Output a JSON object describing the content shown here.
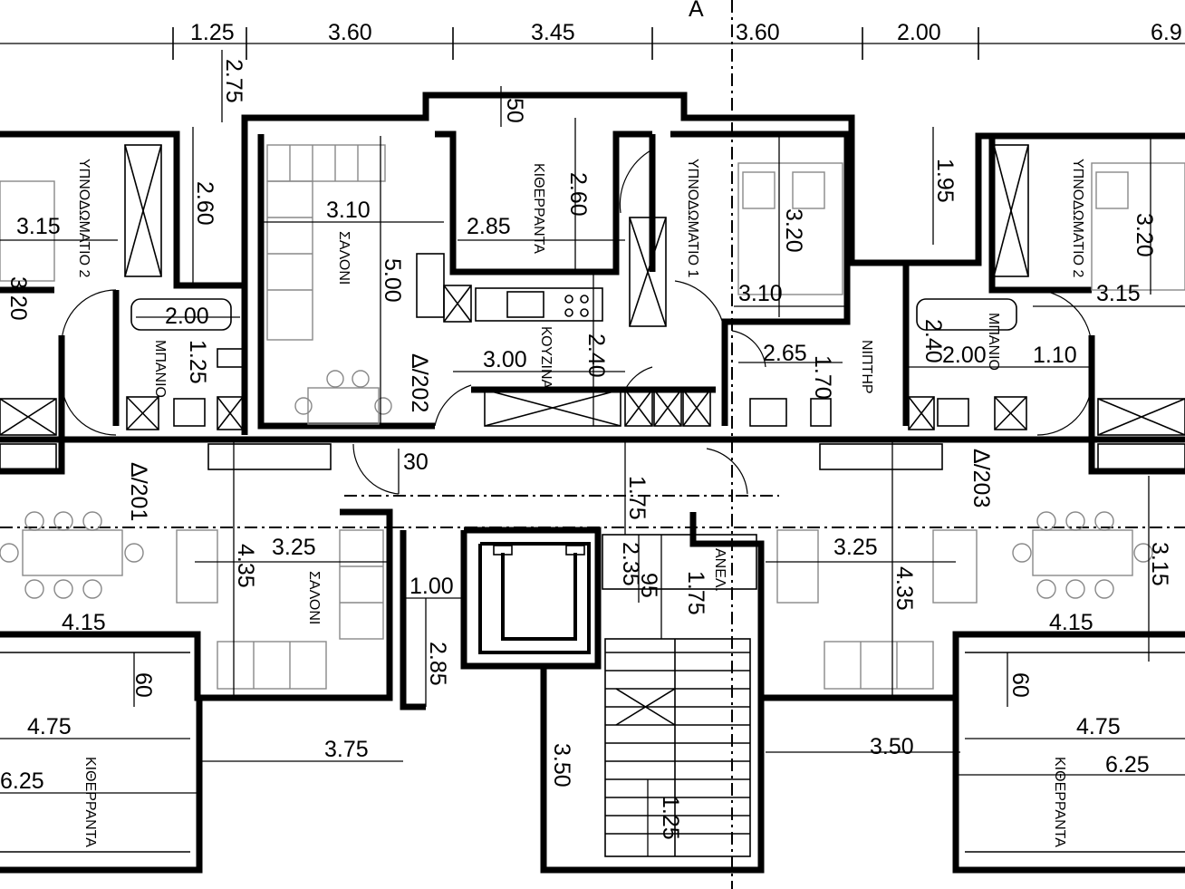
{
  "axis_label": "A",
  "top_dimensions": [
    "1.25",
    "3.60",
    "3.45",
    "3.60",
    "2.00",
    "6.9"
  ],
  "room_labels": {
    "bedroom_2_left": "ΥΠΝΟΔΩΜΑΤΙΟ 2",
    "bedroom_1": "ΥΠΝΟΔΩΜΑΤΙΟ 1",
    "bedroom_2_right": "ΥΠΝΟΔΩΜΑΤΙΟ 2",
    "living_upper": "ΣΑΛΟΝΙ",
    "living_lower": "ΣΑΛΟΝΙ",
    "veranda_top": "ΚΙΘΕΡΡΑΝΤΑ",
    "kitchen": "ΚΟΥΖΙΝΑ",
    "wc_left": "ΜΠΑΝΙΟ",
    "wc_right": "ΜΠΑΝΙΟ",
    "wc_mid": "ΝΙΠΤΗΡ",
    "lift": "ΑΝΕΛ.",
    "veranda_left": "ΚΙΘΕΡΡΑΝΤΑ",
    "veranda_right": "ΚΙΘΕΡΡΑΝΤΑ"
  },
  "unit_labels": {
    "u201": "Δ/201",
    "u202": "Δ/202",
    "u203": "Δ/203"
  },
  "dimensions": {
    "d275": "2.75",
    "d050": "50",
    "d260a": "2.60",
    "d260b": "2.60",
    "d195": "1.95",
    "d315a": "3.15",
    "d310": "3.10",
    "d285a": "2.85",
    "d320a": "3.20",
    "d320b": "3.20",
    "d320c": "3.20",
    "d500": "5.00",
    "d310b": "3.10",
    "d315b": "3.15",
    "d200a": "2.00",
    "d125": "1.25",
    "d300": "3.00",
    "d240a": "2.40",
    "d265": "2.65",
    "d170": "1.70",
    "d240b": "2.40",
    "d200b": "2.00",
    "d110": "1.10",
    "d030": "30",
    "d175a": "1.75",
    "d325a": "3.25",
    "d435a": "4.35",
    "d100": "1.00",
    "d235": "2.35",
    "d095": "95",
    "d175b": "1.75",
    "d325b": "3.25",
    "d435b": "4.35",
    "d315c": "3.15",
    "d415a": "4.15",
    "d415b": "4.15",
    "d285b": "2.85",
    "d060a": "60",
    "d060b": "60",
    "d475a": "4.75",
    "d475b": "4.75",
    "d375": "3.75",
    "d350a": "3.50",
    "d350b": "3.50",
    "d625a": "6.25",
    "d625b": "6.25",
    "d125b": "1.25"
  }
}
